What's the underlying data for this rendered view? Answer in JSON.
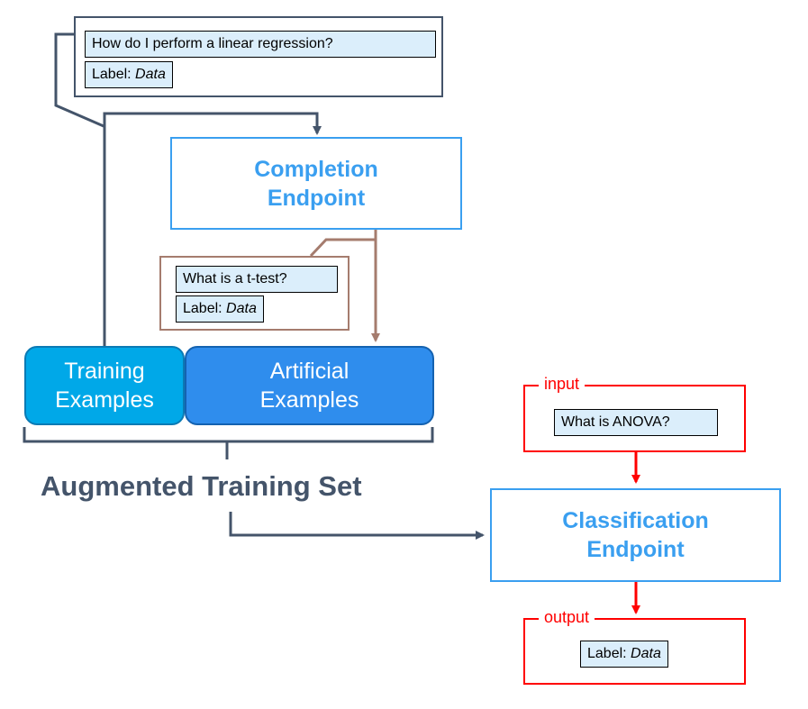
{
  "prompt_box": {
    "question": "How do I perform a linear regression?",
    "label_prefix": "Label:",
    "label_value": "Data"
  },
  "completion_endpoint": {
    "line1": "Completion",
    "line2": "Endpoint"
  },
  "generated_box": {
    "question": "What is a t-test?",
    "label_prefix": "Label:",
    "label_value": "Data"
  },
  "training_examples": {
    "line1": "Training",
    "line2": "Examples"
  },
  "artificial_examples": {
    "line1": "Artificial",
    "line2": "Examples"
  },
  "augmented_label": "Augmented Training Set",
  "input_box": {
    "tag": "input",
    "question": "What is ANOVA?"
  },
  "classification_endpoint": {
    "line1": "Classification",
    "line2": "Endpoint"
  },
  "output_box": {
    "tag": "output",
    "label_prefix": "Label:",
    "label_value": "Data"
  },
  "colors": {
    "slate": "#44546a",
    "blue": "#3a9ff0",
    "brown": "#a57c6e",
    "red": "#ff0000"
  }
}
